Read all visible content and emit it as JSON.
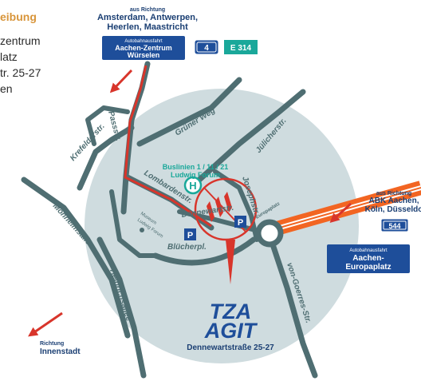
{
  "sidebar": {
    "heading": "eibung",
    "lines": [
      "zentrum",
      "latz",
      "tr. 25-27",
      "en"
    ]
  },
  "top_direction": {
    "small": "aus Richtung",
    "line1": "Amsterdam, Antwerpen,",
    "line2": "Heerlen, Maastricht"
  },
  "exit_north": {
    "line1": "Autobahnausfahrt",
    "line2": "Aachen-Zentrum",
    "line3": "Würselen"
  },
  "shield_a4": "4",
  "shield_e314": "E 314",
  "right_direction": {
    "small": "aus Richtung",
    "line1": "ABK Aachen,",
    "line2": "Köln, Düsseldo"
  },
  "shield_544": "544",
  "exit_east": {
    "line1": "Autobahnausfahrt",
    "line2": "Aachen-",
    "line3": "Europaplatz"
  },
  "bottom_left_direction": {
    "small": "Richtung",
    "line1": "Innenstadt"
  },
  "streets": {
    "passstr": "Passstr.",
    "krefelderstr": "Krefelderstr.",
    "gruener_weg": "Grüner Weg",
    "juelicherstr": "Jülicherstr.",
    "lombardenstr": "Lombardenstr.",
    "josephstr": "Josephstr.",
    "dennewartstr": "Dennewartstr.",
    "monheimsallee": "Monheimsallee",
    "heinrichsallee": "Heinrichsallee",
    "bluecherpl": "Blücherpl.",
    "europaplatz": "Europaplatz",
    "von_goerres": "von-Goerres-Str."
  },
  "bus": {
    "line1": "Buslinien 1 / 11 / 21",
    "line2": "Ludwig Forum"
  },
  "bus_stop_letter": "H",
  "museum": {
    "line1": "Museum",
    "line2": "Ludwig Forum"
  },
  "parking_letter": "P",
  "logo": {
    "line1": "TZA",
    "line2": "AGIT"
  },
  "address": "Dennewartstraße 25-27",
  "colors": {
    "circle": "#cfdcdf",
    "road": "#4f6e72",
    "route": "#d8352b",
    "highway": "#f26522",
    "blue": "#1e4e9a",
    "teal": "#1aa89a"
  }
}
